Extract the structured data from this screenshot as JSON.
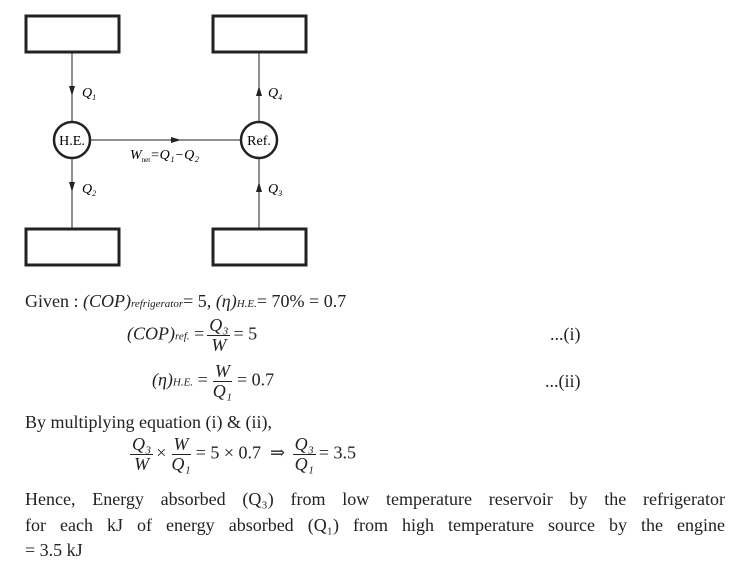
{
  "diagram": {
    "engine_label": "H.E.",
    "refrigerator_label": "Ref.",
    "q1": "Q",
    "q1_sub": "1",
    "q2": "Q",
    "q2_sub": "2",
    "q3": "Q",
    "q3_sub": "3",
    "q4": "Q",
    "q4_sub": "4",
    "work_label": "W",
    "work_sub": "net",
    "work_expr": "=Q₁−Q₂"
  },
  "solution": {
    "given_prefix": "Given : ",
    "given_cop": "(COP)",
    "given_cop_sub": "refrigerator",
    "given_cop_val": "= 5, ",
    "given_eta": "(η)",
    "given_eta_sub": "H.E.",
    "given_eta_val": "= 70% = 0.7",
    "eq1_lhs": "(COP)",
    "eq1_lhs_sub": "ref.",
    "eq1_num": "Q₃",
    "eq1_den": "W",
    "eq1_rhs": "= 5",
    "eq1_tag": "...(i)",
    "eq2_lhs": "(η)",
    "eq2_lhs_sub": "H.E.",
    "eq2_num": "W",
    "eq2_den": "Q₁",
    "eq2_rhs": "= 0.7",
    "eq2_tag": "...(ii)",
    "multiply_text": "By multiplying equation (i) & (ii),",
    "prod_f1_num": "Q₃",
    "prod_f1_den": "W",
    "prod_times": "×",
    "prod_f2_num": "W",
    "prod_f2_den": "Q₁",
    "prod_mid": "= 5 × 0.7  ⇒ ",
    "prod_f3_num": "Q₃",
    "prod_f3_den": "Q₁",
    "prod_result": "= 3.5",
    "conclusion_line1": "Hence, Energy absorbed (Q₃) from low temperature reservoir by the refrigerator",
    "conclusion_line2": "for each kJ of energy absorbed (Q₁) from high temperature source by the engine",
    "conclusion_line3": "= 3.5 kJ"
  }
}
